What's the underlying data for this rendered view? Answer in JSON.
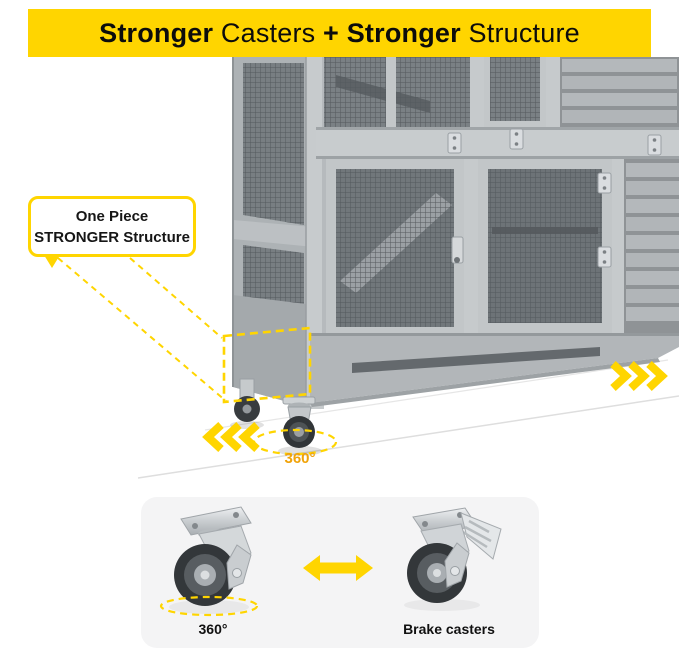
{
  "banner": {
    "seg_bold_1": "Stronger",
    "seg_regular_1": " Casters ",
    "seg_bold_2": "+ Stronger",
    "seg_regular_2": " Structure"
  },
  "callout": {
    "line1": "One Piece",
    "line2": "STRONGER Structure"
  },
  "scene": {
    "rotation_label": "360°"
  },
  "panel": {
    "swivel_label": "360°",
    "brake_label": "Brake casters"
  },
  "colors": {
    "accent_yellow": "#FFD500",
    "banner_bg": "#FFD500",
    "rotation_text": "#F0A30A"
  }
}
